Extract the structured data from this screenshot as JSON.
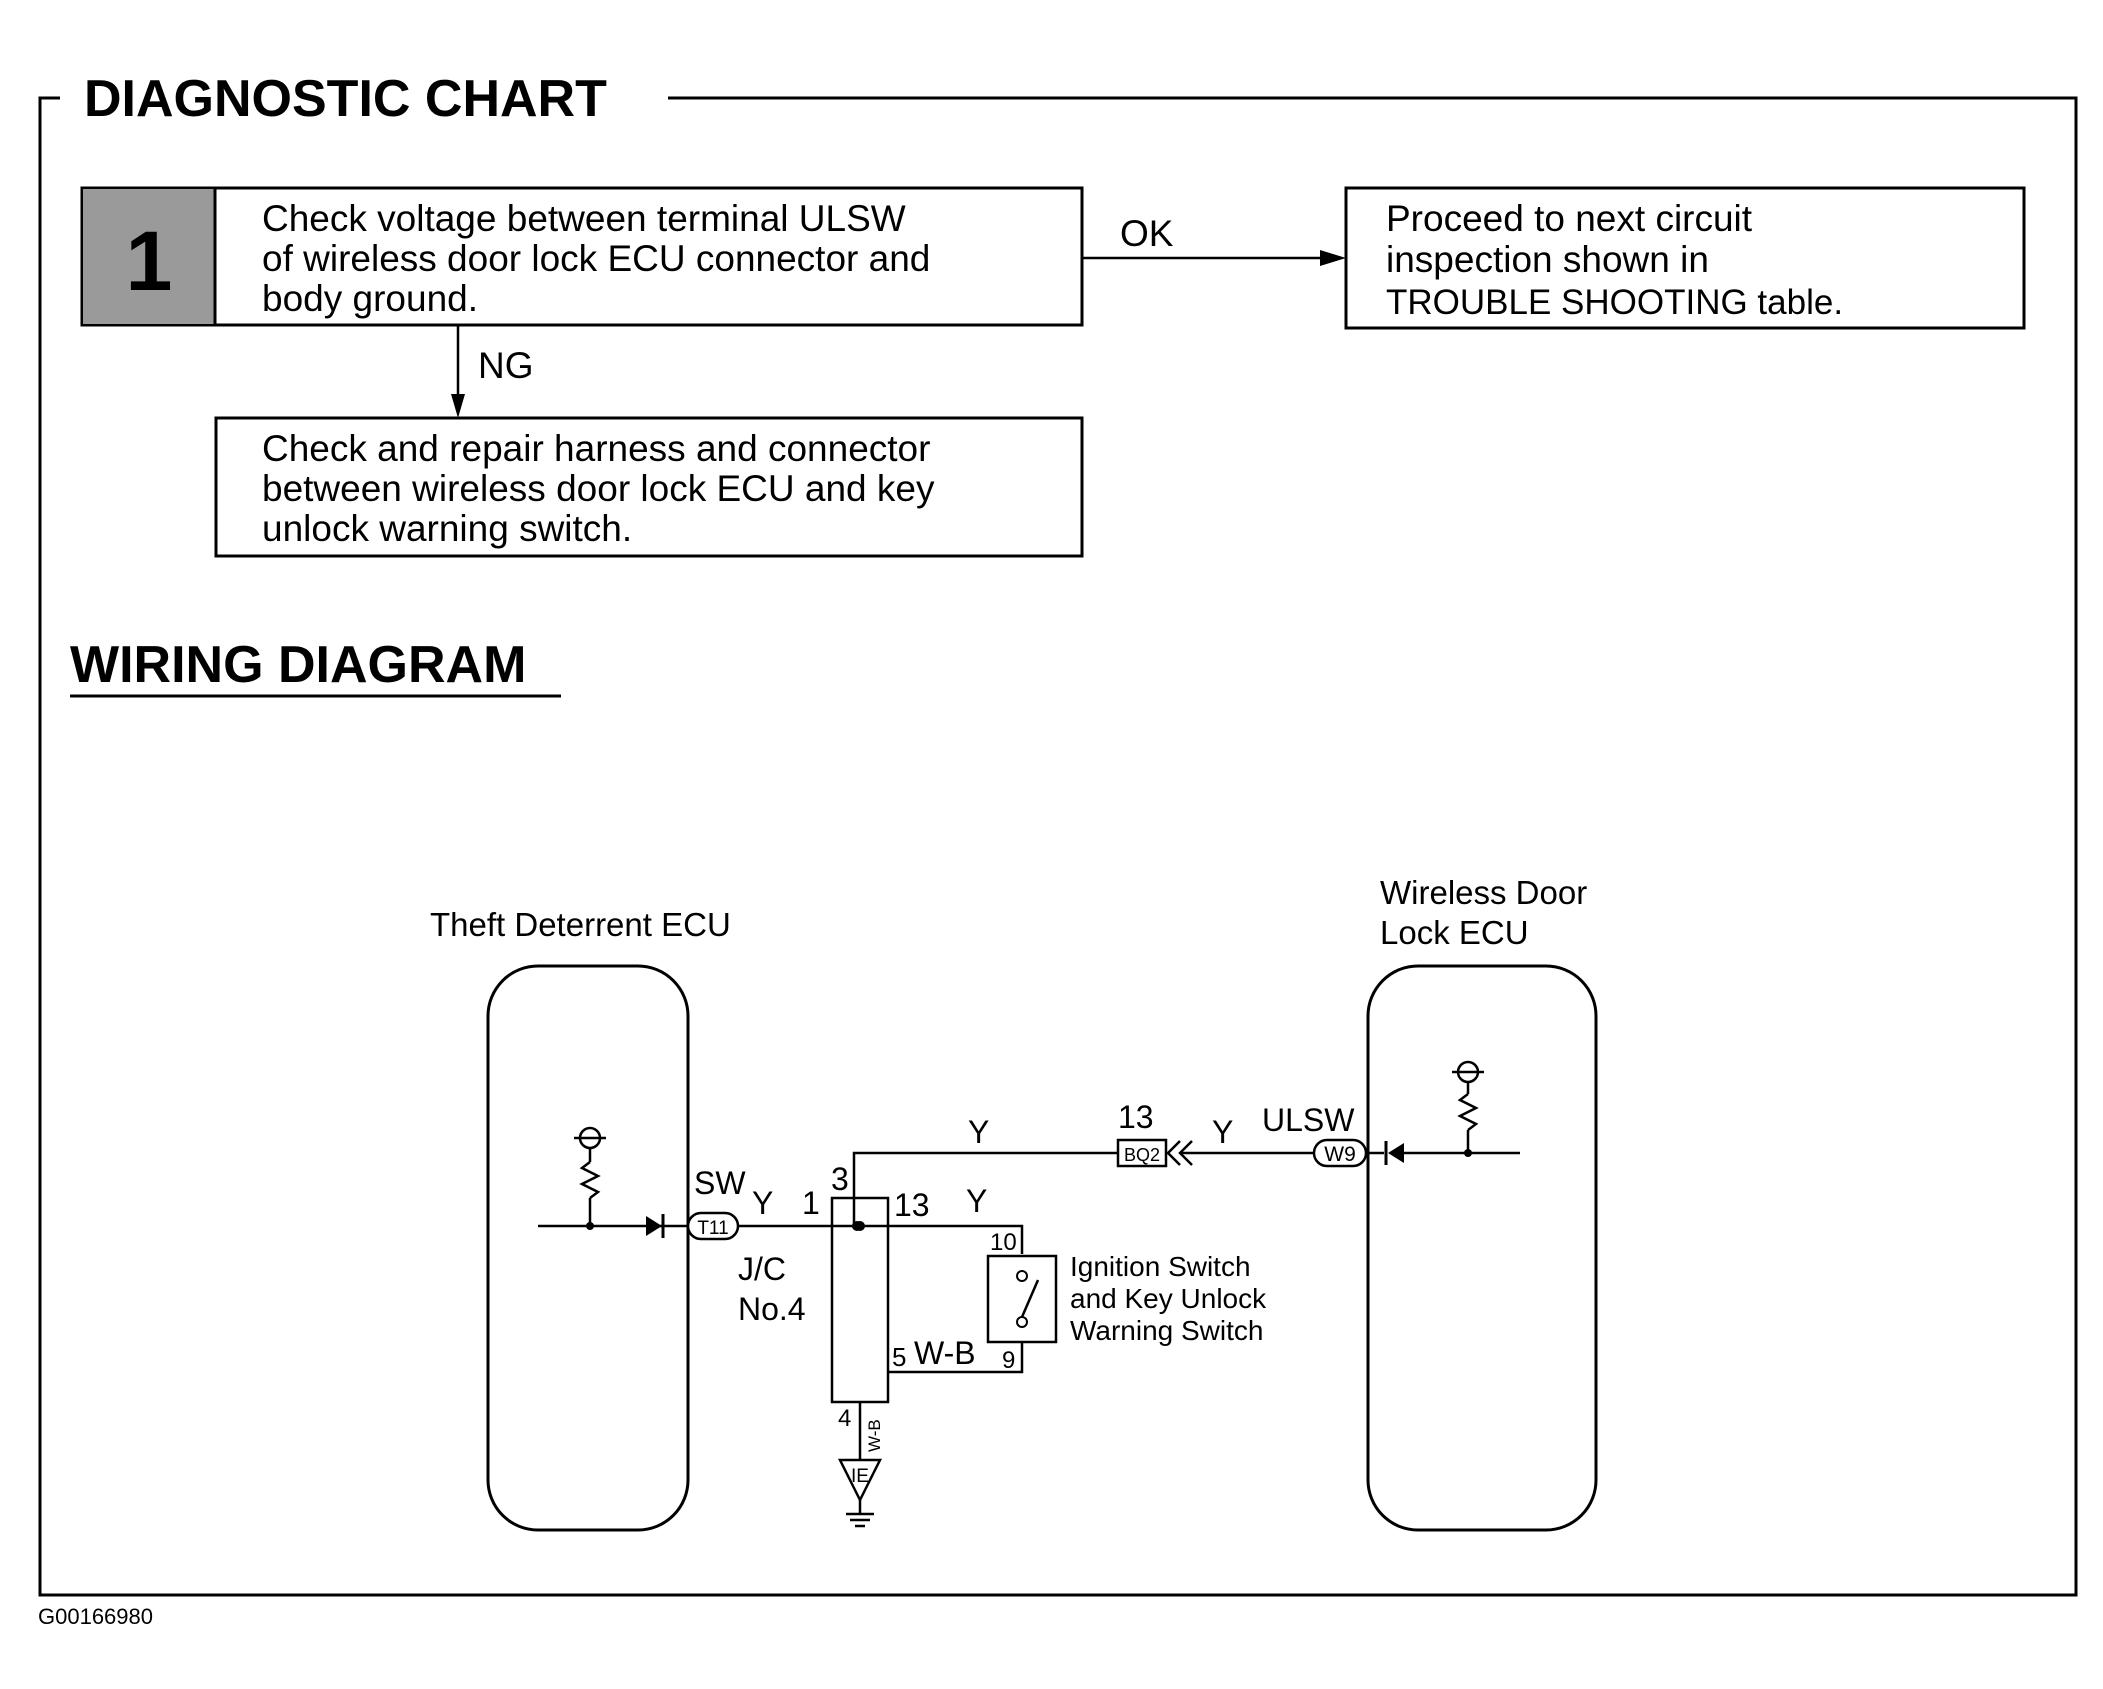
{
  "diagnostic_chart": {
    "title": "DIAGNOSTIC CHART",
    "step_number": "1",
    "step_text": [
      "Check voltage between terminal ULSW",
      "of wireless door lock ECU connector and",
      "body ground."
    ],
    "ok_label": "OK",
    "ok_result": [
      "Proceed to next circuit",
      "inspection shown in",
      "TROUBLE SHOOTING table."
    ],
    "ng_label": "NG",
    "ng_result": [
      "Check and repair harness and connector",
      "between wireless door lock ECU and key",
      "unlock warning switch."
    ]
  },
  "wiring_diagram": {
    "title": "WIRING DIAGRAM",
    "theft_ecu_label": "Theft Deterrent ECU",
    "wireless_ecu_label": [
      "Wireless Door",
      "Lock ECU"
    ],
    "terminal_sw": "SW",
    "connector_t11": "T11",
    "terminal_ulsw": "ULSW",
    "connector_w9": "W9",
    "connector_bq2": "BQ2",
    "bq2_pin": "13",
    "jc_label": [
      "J/C",
      "No.4"
    ],
    "jc_pins": {
      "p1": "1",
      "p3": "3",
      "p13": "13",
      "p5": "5",
      "p4": "4"
    },
    "wire_colors": {
      "y": "Y",
      "wb": "W-B"
    },
    "switch_pins": {
      "p10": "10",
      "p9": "9"
    },
    "switch_label": [
      "Ignition Switch",
      "and Key Unlock",
      "Warning Switch"
    ],
    "ground_label": "IE"
  },
  "figure_id": "G00166980"
}
